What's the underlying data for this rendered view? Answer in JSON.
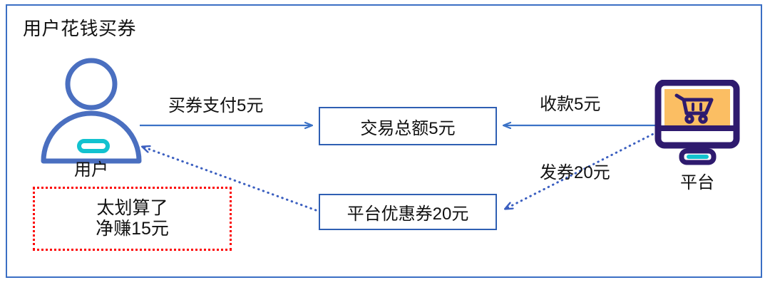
{
  "diagram": {
    "title": "用户花钱买券",
    "frame_color": "#3b6fc4",
    "background": "#ffffff"
  },
  "actors": [
    {
      "id": "user",
      "label": "用户",
      "icon": "person-icon",
      "icon_color": "#4a6fc0",
      "accent_color": "#12c2cf"
    },
    {
      "id": "platform",
      "label": "平台",
      "icon": "monitor-cart-icon",
      "icon_color": "#2e1a6e",
      "screen_color": "#fbbe63",
      "accent_color": "#12c2cf"
    }
  ],
  "boxes": [
    {
      "id": "transaction",
      "label": "交易总额5元",
      "border_color": "#2f5fb3"
    },
    {
      "id": "coupon",
      "label": "平台优惠券20元",
      "border_color": "#2f5fb3"
    }
  ],
  "callout": {
    "id": "savings",
    "line1": "太划算了",
    "line2": "净赚15元",
    "border_color": "#fc0404",
    "border_style": "dotted"
  },
  "edges": [
    {
      "id": "pay",
      "label": "买券支付5元",
      "from": "user",
      "to": "transaction",
      "style": "solid",
      "color": "#3b72c6"
    },
    {
      "id": "receive",
      "label": "收款5元",
      "from": "platform",
      "to": "transaction",
      "style": "solid",
      "color": "#3b72c6"
    },
    {
      "id": "issue",
      "label": "发券20元",
      "from": "platform",
      "to": "coupon",
      "style": "dotted",
      "color": "#3b5fc0"
    },
    {
      "id": "deliver",
      "label": "",
      "from": "coupon",
      "to": "user",
      "style": "dotted",
      "color": "#3b5fc0"
    }
  ]
}
